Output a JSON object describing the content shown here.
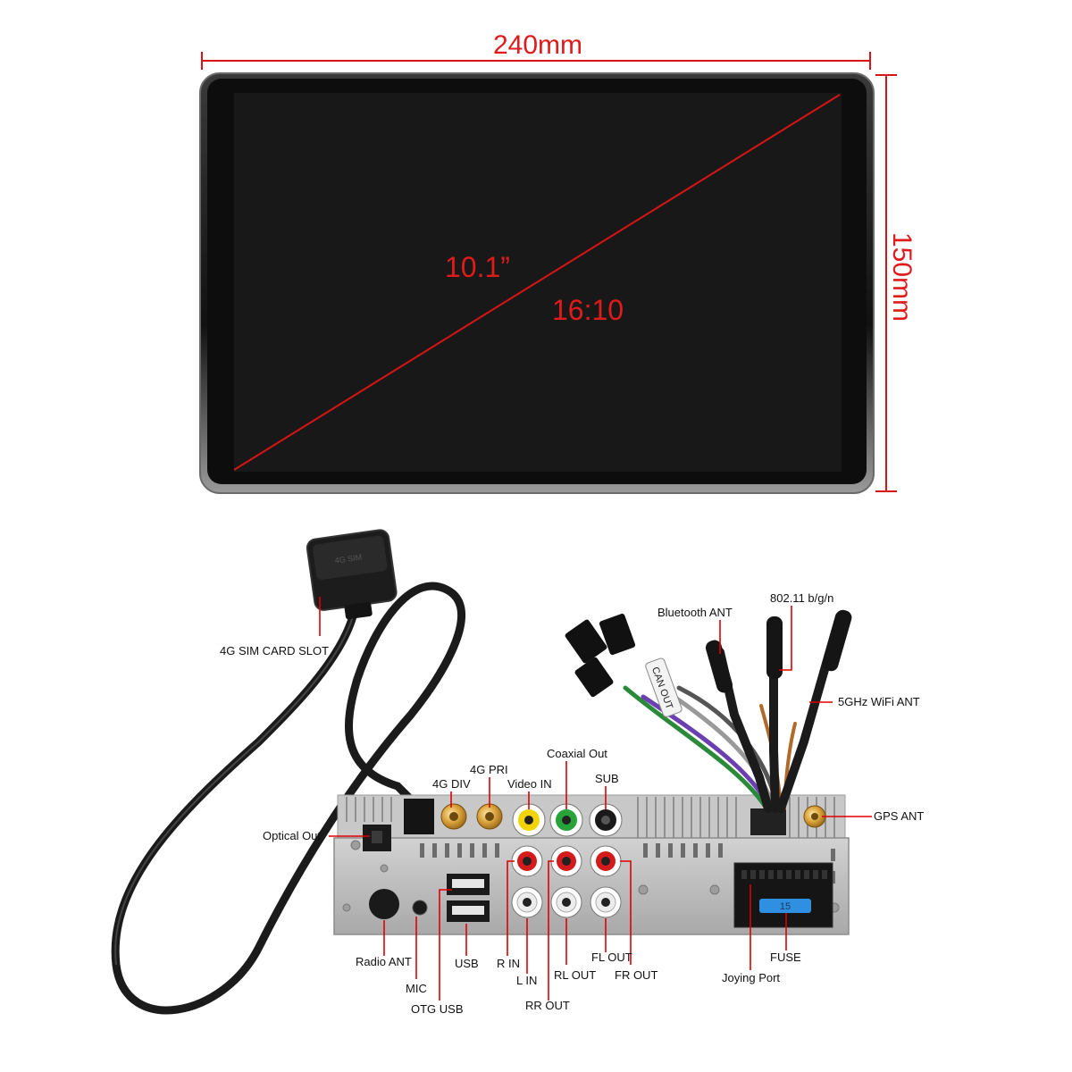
{
  "screen": {
    "width_label": "240mm",
    "height_label": "150mm",
    "diagonal_label": "10.1”",
    "aspect_label": "16:10",
    "dimension_color": "#e01b1b"
  },
  "unit": {
    "sim_module_text": "4G SIM",
    "can_tag_text": "CAN OUT",
    "fuse_value": "15",
    "fuse_color": "#2f8fe0"
  },
  "callouts": {
    "sim_card_slot": "4G SIM CARD SLOT",
    "optical_out": "Optical Out",
    "div_4g": "4G DIV",
    "pri_4g": "4G PRI",
    "video_in": "Video IN",
    "coaxial_out": "Coaxial Out",
    "sub": "SUB",
    "bluetooth_ant": "Bluetooth ANT",
    "wifi_80211": "802.11 b/g/n",
    "wifi_5ghz": "5GHz WiFi ANT",
    "gps_ant": "GPS ANT",
    "radio_ant": "Radio ANT",
    "mic": "MIC",
    "otg_usb": "OTG USB",
    "usb": "USB",
    "r_in": "R IN",
    "l_in": "L IN",
    "rr_out": "RR OUT",
    "rl_out": "RL OUT",
    "fl_out": "FL OUT",
    "fr_out": "FR OUT",
    "joying_port": "Joying Port",
    "fuse": "FUSE"
  }
}
